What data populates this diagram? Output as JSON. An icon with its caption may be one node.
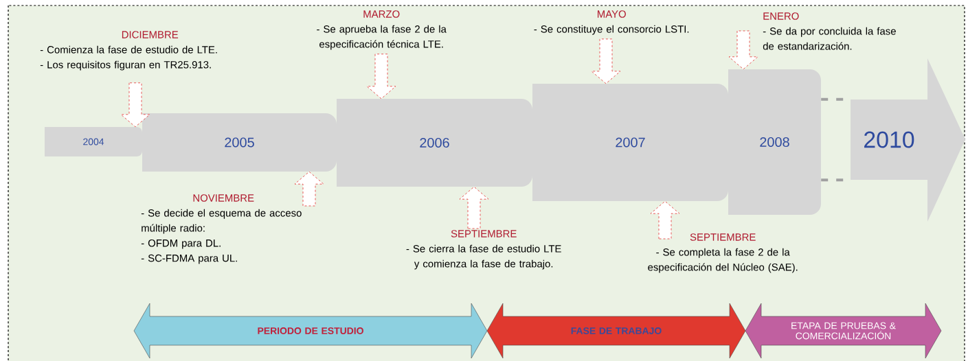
{
  "diagram": {
    "nodes": [
      {
        "text": [
          "2004"
        ]
      },
      {
        "text": [
          "2005"
        ]
      },
      {
        "text": [
          "2006"
        ]
      },
      {
        "text": [
          "2007"
        ]
      },
      {
        "text": [
          "2008"
        ]
      },
      {
        "text": [
          "2010"
        ]
      },
      {
        "text": [
          "DICIEMBRE",
          "- Comienza la fase de estudio de LTE.",
          "- Los requisitos figuran en TR25.913."
        ]
      },
      {
        "text": [
          "NOVIEMBRE",
          "- Se decide el esquema de acceso múltiple radio:",
          "- OFDM para DL.",
          "- SC-FDMA para UL."
        ]
      },
      {
        "text": [
          "MARZO",
          "- Se aprueba la fase 2 de la especificación técnica LTE."
        ]
      },
      {
        "text": [
          "SEPTIEMBRE",
          "- Se cierra la fase de estudio LTE y comienza la fase de trabajo."
        ]
      },
      {
        "text": [
          "MAYO",
          "- Se constituye el consorcio LSTI."
        ]
      },
      {
        "text": [
          "SEPTIEMBRE",
          "- Se completa la fase 2 de la especificación del Núcleo (SAE)."
        ]
      },
      {
        "text": [
          "ENERO",
          "- Se da por concluida la fase de estandarización."
        ]
      },
      {
        "text": [
          "PERIODO DE ESTUDIO"
        ]
      },
      {
        "text": [
          "FASE DE TRABAJO"
        ]
      },
      {
        "text": [
          "ETAPA DE PRUEBAS & COMERCIALIZACIÓN"
        ]
      }
    ],
    "edges": [
      {
        "from": 6,
        "to": 0,
        "arrow": "to"
      },
      {
        "from": 7,
        "to": 1,
        "arrow": "to"
      },
      {
        "from": 8,
        "to": 2,
        "arrow": "to"
      },
      {
        "from": 9,
        "to": 2,
        "arrow": "to"
      },
      {
        "from": 10,
        "to": 3,
        "arrow": "to"
      },
      {
        "from": 11,
        "to": 3,
        "arrow": "to"
      },
      {
        "from": 12,
        "to": 4,
        "arrow": "to"
      },
      {
        "from": 4,
        "to": 5,
        "arrow": "none",
        "style": "dashed",
        "color": "#a0a0a0"
      },
      {
        "from": 4,
        "to": 5,
        "arrow": "none",
        "style": "dashed",
        "color": "#a0a0a0"
      }
    ]
  }
}
